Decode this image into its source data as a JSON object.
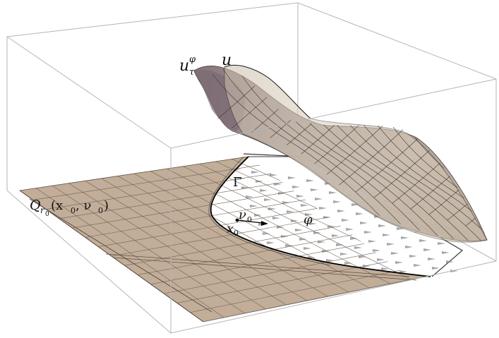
{
  "figure": {
    "labels": {
      "u_tau_phi_base": "u",
      "u_tau_phi_sup": "φ",
      "u_tau_phi_sub": "τ",
      "u": "u",
      "gamma": "Γ",
      "q_main": "Q",
      "q_sub_r": "r",
      "q_sub_0": "0",
      "q_args": "(x",
      "q_args_sub": "0",
      "q_args_mid": ", ν",
      "q_args_sub2": "0",
      "q_args_end": ")",
      "nu": "ν",
      "nu_sub": "0",
      "x": "x",
      "x_sub": "0",
      "phi": "φ"
    },
    "colors": {
      "box_edge": "#a8a8a8",
      "free_region": "#c2ad98",
      "grid_line": "#6f6358",
      "surface_u_tau": "#9b8c86",
      "surface_u_tau_dark": "#7b6a6a",
      "surface_u": "#d9cfbe",
      "surface_mesh": "#3d3530",
      "gamma_curve": "#000000",
      "vector_field": "#7a7a7a"
    }
  }
}
